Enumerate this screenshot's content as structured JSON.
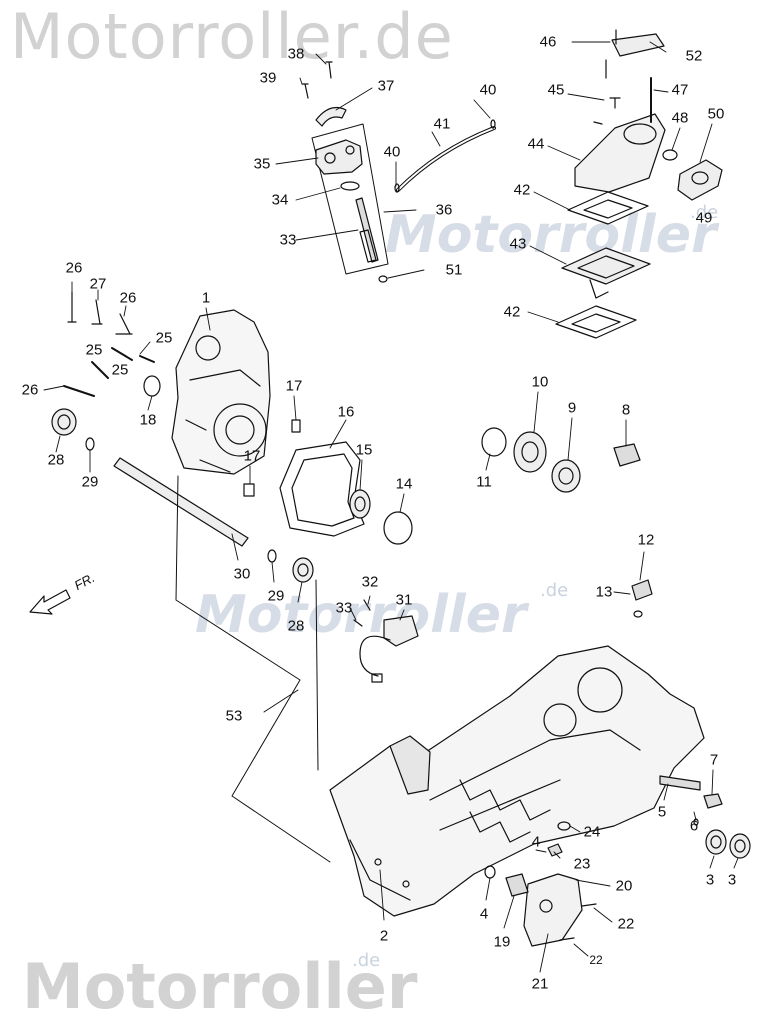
{
  "watermark": {
    "site": "Motorroller.de",
    "brand": "Motorroller",
    "suffix": ".de"
  },
  "direction_marker": {
    "text": "FR.",
    "icon": "front-direction-arrow-icon"
  },
  "callouts": [
    {
      "id": "c38",
      "text": "38"
    },
    {
      "id": "c39",
      "text": "39"
    },
    {
      "id": "c37",
      "text": "37"
    },
    {
      "id": "c40a",
      "text": "40"
    },
    {
      "id": "c41",
      "text": "41"
    },
    {
      "id": "c40b",
      "text": "40"
    },
    {
      "id": "c35",
      "text": "35"
    },
    {
      "id": "c34",
      "text": "34"
    },
    {
      "id": "c36",
      "text": "36"
    },
    {
      "id": "c33a",
      "text": "33"
    },
    {
      "id": "c51",
      "text": "51"
    },
    {
      "id": "c46",
      "text": "46"
    },
    {
      "id": "c52",
      "text": "52"
    },
    {
      "id": "c45",
      "text": "45"
    },
    {
      "id": "c47",
      "text": "47"
    },
    {
      "id": "c50",
      "text": "50"
    },
    {
      "id": "c48",
      "text": "48"
    },
    {
      "id": "c44",
      "text": "44"
    },
    {
      "id": "c42a",
      "text": "42"
    },
    {
      "id": "c49",
      "text": "49"
    },
    {
      "id": "c43",
      "text": "43"
    },
    {
      "id": "c42b",
      "text": "42"
    },
    {
      "id": "c26a",
      "text": "26"
    },
    {
      "id": "c27",
      "text": "27"
    },
    {
      "id": "c26b",
      "text": "26"
    },
    {
      "id": "c1",
      "text": "1"
    },
    {
      "id": "c25a",
      "text": "25"
    },
    {
      "id": "c25b",
      "text": "25"
    },
    {
      "id": "c25c",
      "text": "25"
    },
    {
      "id": "c26c",
      "text": "26"
    },
    {
      "id": "c18",
      "text": "18"
    },
    {
      "id": "c28a",
      "text": "28"
    },
    {
      "id": "c29a",
      "text": "29"
    },
    {
      "id": "c17a",
      "text": "17"
    },
    {
      "id": "c16",
      "text": "16"
    },
    {
      "id": "c15",
      "text": "15"
    },
    {
      "id": "c17b",
      "text": "17"
    },
    {
      "id": "c14",
      "text": "14"
    },
    {
      "id": "c10",
      "text": "10"
    },
    {
      "id": "c9",
      "text": "9"
    },
    {
      "id": "c8",
      "text": "8"
    },
    {
      "id": "c11",
      "text": "11"
    },
    {
      "id": "c30",
      "text": "30"
    },
    {
      "id": "c29b",
      "text": "29"
    },
    {
      "id": "c28b",
      "text": "28"
    },
    {
      "id": "c12",
      "text": "12"
    },
    {
      "id": "c13",
      "text": "13"
    },
    {
      "id": "c32",
      "text": "32"
    },
    {
      "id": "c31",
      "text": "31"
    },
    {
      "id": "c33b",
      "text": "33"
    },
    {
      "id": "c53",
      "text": "53"
    },
    {
      "id": "c7",
      "text": "7"
    },
    {
      "id": "c5",
      "text": "5"
    },
    {
      "id": "c6",
      "text": "6"
    },
    {
      "id": "c24",
      "text": "24"
    },
    {
      "id": "c3a",
      "text": "3"
    },
    {
      "id": "c3b",
      "text": "3"
    },
    {
      "id": "c4a",
      "text": "4"
    },
    {
      "id": "c23",
      "text": "23"
    },
    {
      "id": "c20",
      "text": "20"
    },
    {
      "id": "c4b",
      "text": "4"
    },
    {
      "id": "c2",
      "text": "2"
    },
    {
      "id": "c22a",
      "text": "22"
    },
    {
      "id": "c19",
      "text": "19"
    },
    {
      "id": "c22b",
      "text": "22"
    },
    {
      "id": "c21",
      "text": "21"
    }
  ],
  "colors": {
    "ink": "#111111",
    "watermark": "#d2d2d2",
    "watermark_blue": "#d6dde6"
  }
}
